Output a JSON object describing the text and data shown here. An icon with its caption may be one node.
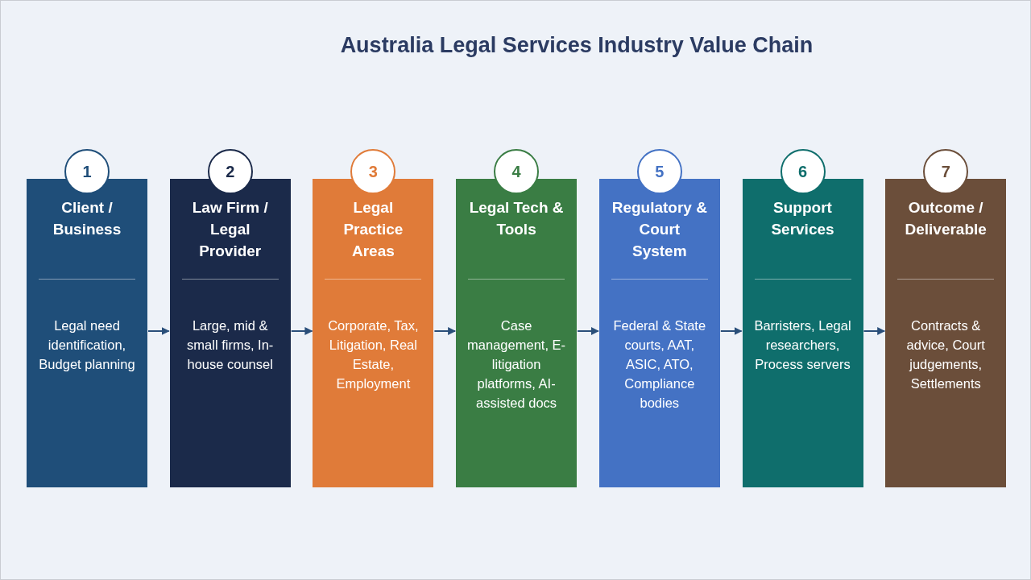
{
  "diagram": {
    "title": "Australia Legal Services Industry Value Chain",
    "nodes": [
      {
        "text": [
          "1"
        ]
      },
      {
        "text": [
          "Client / Business",
          "Legal need identification, Budget planning"
        ]
      },
      {
        "text": [
          "2"
        ]
      },
      {
        "text": [
          "Law Firm / Legal Provider",
          "Large, mid & small firms, In-house counsel"
        ]
      },
      {
        "text": [
          "3"
        ]
      },
      {
        "text": [
          "Legal Practice Areas",
          "Corporate, Tax, Litigation, Real Estate, Employment"
        ]
      },
      {
        "text": [
          "4"
        ]
      },
      {
        "text": [
          "Legal Tech & Tools",
          "Case management, E-litigation platforms, AI-assisted docs"
        ]
      },
      {
        "text": [
          "5"
        ]
      },
      {
        "text": [
          "Regulatory & Court System",
          "Federal & State courts, AAT, ASIC, ATO, Compliance bodies"
        ]
      },
      {
        "text": [
          "6"
        ]
      },
      {
        "text": [
          "Support Services",
          "Barristers, Legal researchers, Process servers"
        ]
      },
      {
        "text": [
          "7"
        ]
      },
      {
        "text": [
          "Outcome / Deliverable",
          "Contracts & advice, Court judgements, Settlements"
        ]
      }
    ],
    "edges": [
      {
        "from": 1,
        "to": 3,
        "arrow": "to"
      },
      {
        "from": 3,
        "to": 5,
        "arrow": "to"
      },
      {
        "from": 5,
        "to": 7,
        "arrow": "to"
      },
      {
        "from": 7,
        "to": 9,
        "arrow": "to"
      },
      {
        "from": 9,
        "to": 11,
        "arrow": "to"
      },
      {
        "from": 11,
        "to": 13,
        "arrow": "to"
      }
    ]
  }
}
